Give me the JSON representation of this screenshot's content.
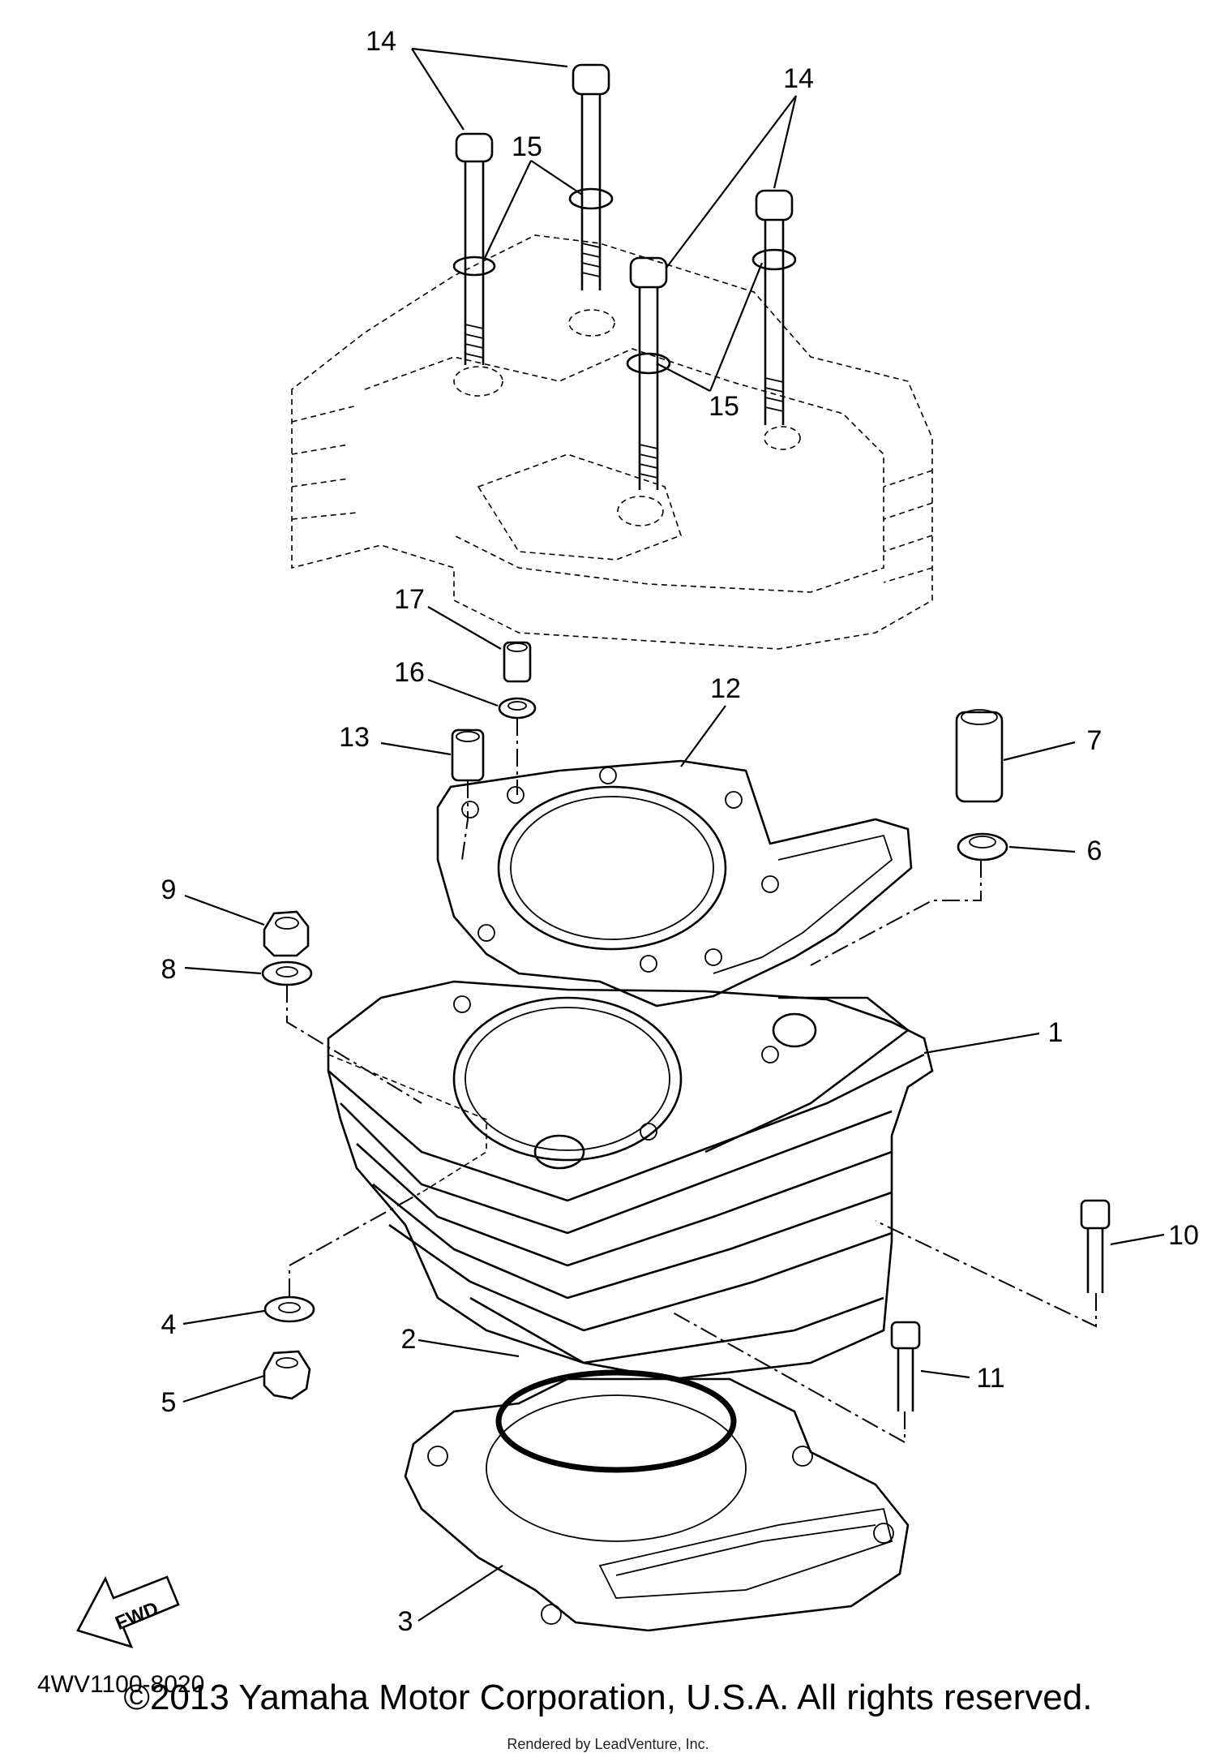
{
  "callouts": {
    "c1": "1",
    "c2": "2",
    "c3": "3",
    "c4": "4",
    "c5": "5",
    "c6": "6",
    "c7": "7",
    "c8": "8",
    "c9": "9",
    "c10": "10",
    "c11": "11",
    "c12": "12",
    "c13": "13",
    "c14a": "14",
    "c14b": "14",
    "c15a": "15",
    "c15b": "15",
    "c16": "16",
    "c17": "17"
  },
  "fwd_label": "FWD",
  "diagram_code": "4WV1100-8020",
  "copyright": "©2013 Yamaha Motor Corporation, U.S.A. All rights reserved.",
  "rendered_by": "Rendered by LeadVenture, Inc."
}
